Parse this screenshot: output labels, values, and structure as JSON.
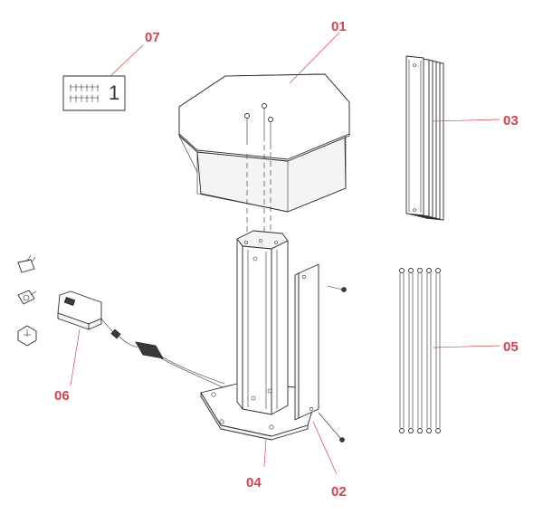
{
  "parts": [
    {
      "id": "01",
      "label": "01"
    },
    {
      "id": "02",
      "label": "02"
    },
    {
      "id": "03",
      "label": "03"
    },
    {
      "id": "04",
      "label": "04"
    },
    {
      "id": "05",
      "label": "05"
    },
    {
      "id": "06",
      "label": "06"
    },
    {
      "id": "07",
      "label": "07"
    }
  ],
  "screw_kit": {
    "quantity": "1"
  },
  "colors": {
    "callout": "#d9404a",
    "line": "#2b2b2b"
  }
}
